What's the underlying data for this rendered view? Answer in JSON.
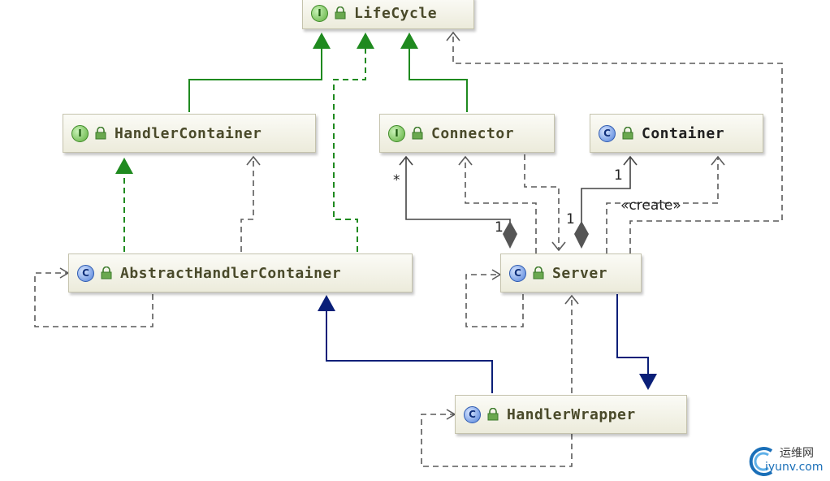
{
  "nodes": {
    "lifecycle": {
      "label": "LifeCycle",
      "kind": "interface",
      "badge": "I"
    },
    "handler_container": {
      "label": "HandlerContainer",
      "kind": "interface",
      "badge": "I"
    },
    "connector": {
      "label": "Connector",
      "kind": "interface",
      "badge": "I"
    },
    "container": {
      "label": "Container",
      "kind": "class",
      "badge": "C"
    },
    "abstract_handler_container": {
      "label": "AbstractHandlerContainer",
      "kind": "abstract-class",
      "badge": "C"
    },
    "server": {
      "label": "Server",
      "kind": "class",
      "badge": "C"
    },
    "handler_wrapper": {
      "label": "HandlerWrapper",
      "kind": "class",
      "badge": "C"
    }
  },
  "edge_labels": {
    "connector_multiplicity": "*",
    "connector_server_one": "1",
    "container_one": "1",
    "container_server_one": "1",
    "create_stereotype": "«create»"
  },
  "colors": {
    "inheritance_green": "#1f8a1f",
    "inheritance_blue": "#0a1f78",
    "dependency_gray": "#5a5a5a",
    "association_gray": "#444444"
  },
  "watermark": {
    "cn": "运维网",
    "en": "iyunv.com"
  }
}
